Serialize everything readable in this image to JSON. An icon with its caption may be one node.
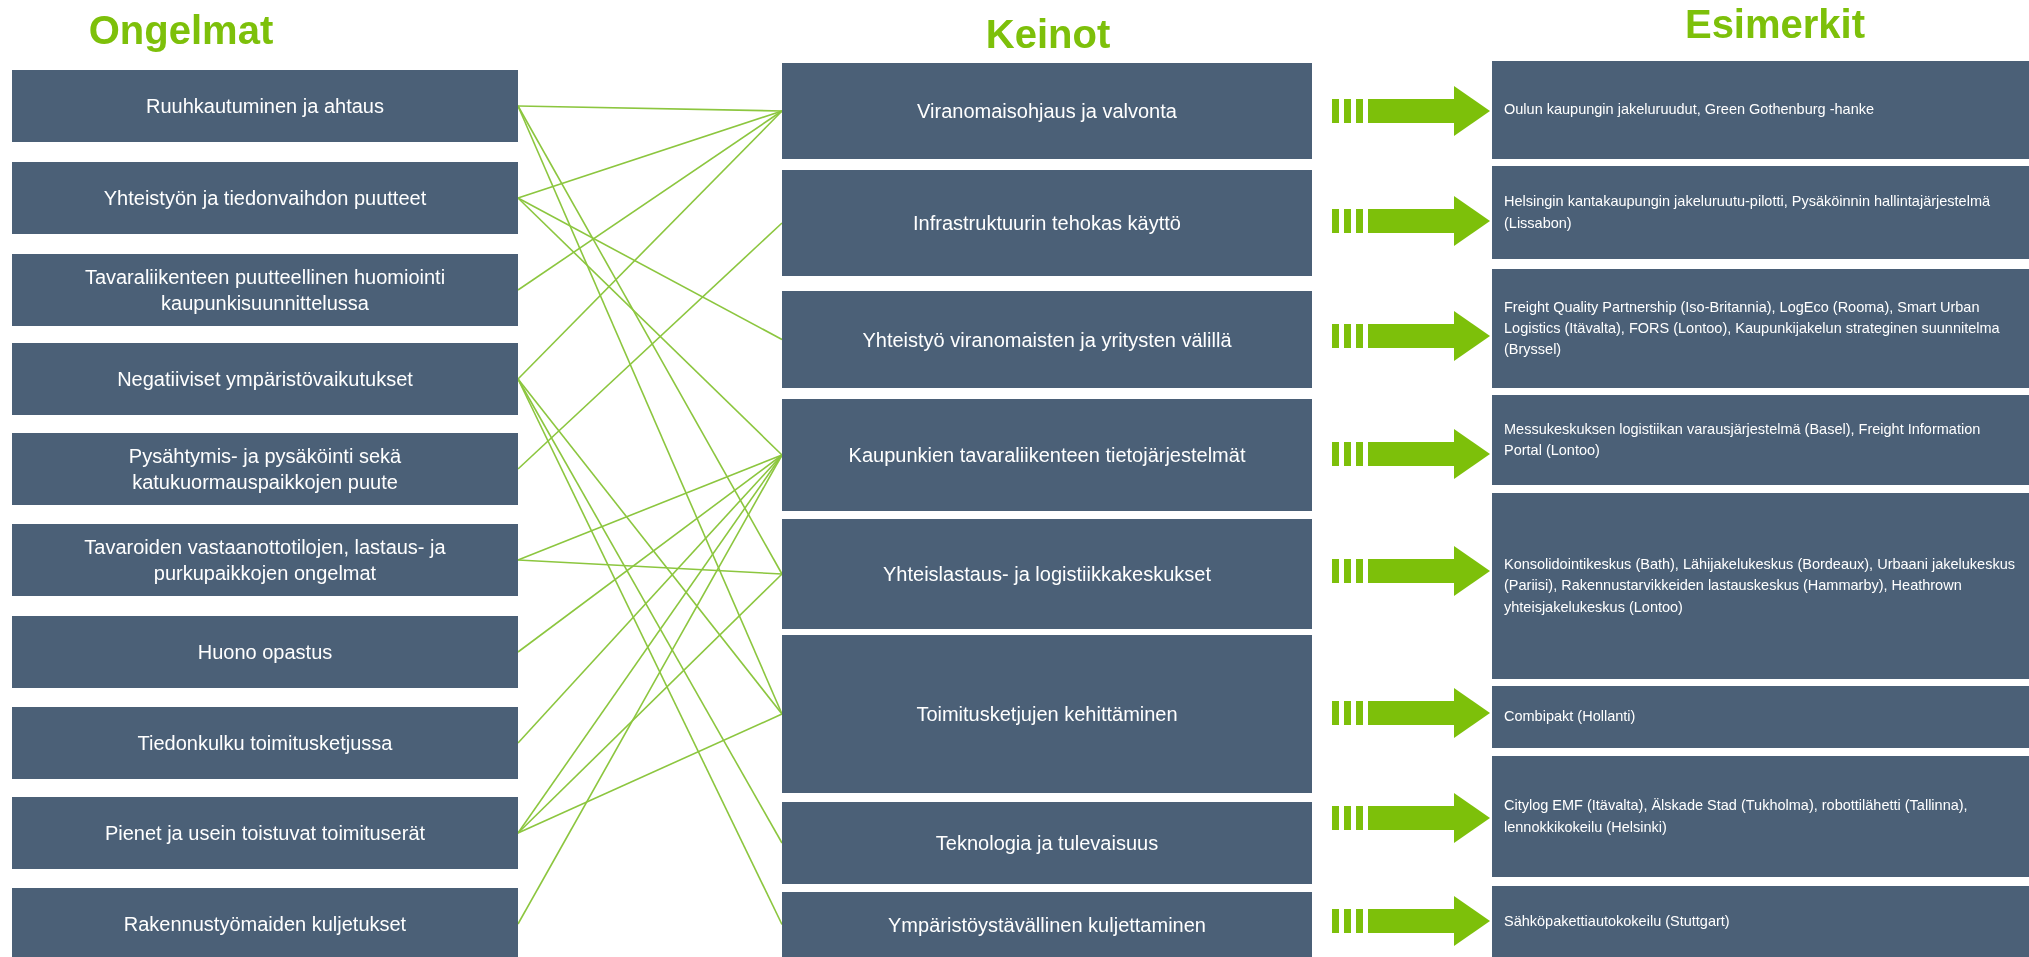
{
  "diagram": {
    "nodes": [
      {
        "text": [
          "Ruuhkautuminen ja ahtaus"
        ]
      },
      {
        "text": [
          "Yhteistyön ja tiedonvaihdon puutteet"
        ]
      },
      {
        "text": [
          "Tavaraliikenteen puutteellinen huomiointi kaupunkisuunnittelussa"
        ]
      },
      {
        "text": [
          "Negatiiviset ympäristövaikutukset"
        ]
      },
      {
        "text": [
          "Pysähtymis- ja pysäköinti sekä katukuormauspaikkojen puute"
        ]
      },
      {
        "text": [
          "Tavaroiden vastaanottotilojen, lastaus- ja purkupaikkojen ongelmat"
        ]
      },
      {
        "text": [
          "Huono opastus"
        ]
      },
      {
        "text": [
          "Tiedonkulku toimitusketjussa"
        ]
      },
      {
        "text": [
          "Pienet ja usein toistuvat toimituserät"
        ]
      },
      {
        "text": [
          "Rakennustyömaiden kuljetukset"
        ]
      },
      {
        "text": [
          "Viranomaisohjaus ja valvonta"
        ]
      },
      {
        "text": [
          "Infrastruktuurin tehokas käyttö"
        ]
      },
      {
        "text": [
          "Yhteistyö viranomaisten ja yritysten välillä"
        ]
      },
      {
        "text": [
          "Kaupunkien tavaraliikenteen tietojärjestelmät"
        ]
      },
      {
        "text": [
          "Yhteislastaus- ja logistiikkakeskukset"
        ]
      },
      {
        "text": [
          "Toimitusketjujen kehittäminen"
        ]
      },
      {
        "text": [
          "Teknologia ja tulevaisuus"
        ]
      },
      {
        "text": [
          "Ympäristöystävällinen kuljettaminen"
        ]
      },
      {
        "text": [
          "Oulun kaupungin jakeluruudut, Green Gothenburg -hanke"
        ]
      },
      {
        "text": [
          "Helsingin kantakaupungin jakeluruutu-pilotti, Pysäköinnin hallintajärjestelmä (Lissabon)"
        ]
      },
      {
        "text": [
          "Freight Quality Partnership (Iso-Britannia), LogEco (Rooma), Smart Urban Logistics (Itävalta), FORS (Lontoo), Kaupunkijakelun strateginen suunnitelma (Bryssel)"
        ]
      },
      {
        "text": [
          "Messukeskuksen logistiikan varausjärjestelmä (Basel), Freight Information Portal (Lontoo)"
        ]
      },
      {
        "text": [
          "Konsolidointikeskus (Bath), Lähijakelukeskus (Bordeaux), Urbaani jakelukeskus (Pariisi), Rakennustarvikkeiden lastauskeskus (Hammarby), Heathrown yhteisjakelukeskus (Lontoo)"
        ]
      },
      {
        "text": [
          "Combipakt (Hollanti)"
        ]
      },
      {
        "text": [
          "Citylog EMF (Itävalta), Älskade Stad (Tukholma), robottilähetti (Tallinna), lennokkikokeilu (Helsinki)"
        ]
      },
      {
        "text": [
          "Sähköpakettiautokokeilu (Stuttgart)"
        ]
      }
    ],
    "edges": [
      {
        "from": 0,
        "to": 10,
        "arrow": "none"
      },
      {
        "from": 0,
        "to": 14,
        "arrow": "none"
      },
      {
        "from": 0,
        "to": 15,
        "arrow": "none"
      },
      {
        "from": 1,
        "to": 10,
        "arrow": "none"
      },
      {
        "from": 1,
        "to": 12,
        "arrow": "none"
      },
      {
        "from": 1,
        "to": 13,
        "arrow": "none"
      },
      {
        "from": 2,
        "to": 10,
        "arrow": "none"
      },
      {
        "from": 3,
        "to": 10,
        "arrow": "none"
      },
      {
        "from": 3,
        "to": 15,
        "arrow": "none"
      },
      {
        "from": 3,
        "to": 16,
        "arrow": "none"
      },
      {
        "from": 3,
        "to": 17,
        "arrow": "none"
      },
      {
        "from": 4,
        "to": 11,
        "arrow": "none"
      },
      {
        "from": 5,
        "to": 13,
        "arrow": "none"
      },
      {
        "from": 5,
        "to": 14,
        "arrow": "none"
      },
      {
        "from": 6,
        "to": 13,
        "arrow": "none"
      },
      {
        "from": 7,
        "to": 13,
        "arrow": "none"
      },
      {
        "from": 8,
        "to": 13,
        "arrow": "none"
      },
      {
        "from": 8,
        "to": 14,
        "arrow": "none"
      },
      {
        "from": 8,
        "to": 15,
        "arrow": "none"
      },
      {
        "from": 9,
        "to": 13,
        "arrow": "none"
      },
      {
        "from": 10,
        "to": 18,
        "arrow": "to",
        "style": "thick"
      },
      {
        "from": 11,
        "to": 19,
        "arrow": "to",
        "style": "thick"
      },
      {
        "from": 12,
        "to": 20,
        "arrow": "to",
        "style": "thick"
      },
      {
        "from": 13,
        "to": 21,
        "arrow": "to",
        "style": "thick"
      },
      {
        "from": 14,
        "to": 22,
        "arrow": "to",
        "style": "thick"
      },
      {
        "from": 15,
        "to": 23,
        "arrow": "to",
        "style": "thick"
      },
      {
        "from": 16,
        "to": 24,
        "arrow": "to",
        "style": "thick"
      },
      {
        "from": 17,
        "to": 25,
        "arrow": "to",
        "style": "thick"
      }
    ],
    "labels": [
      "Ongelmat",
      "Keinot",
      "Esimerkit"
    ]
  }
}
